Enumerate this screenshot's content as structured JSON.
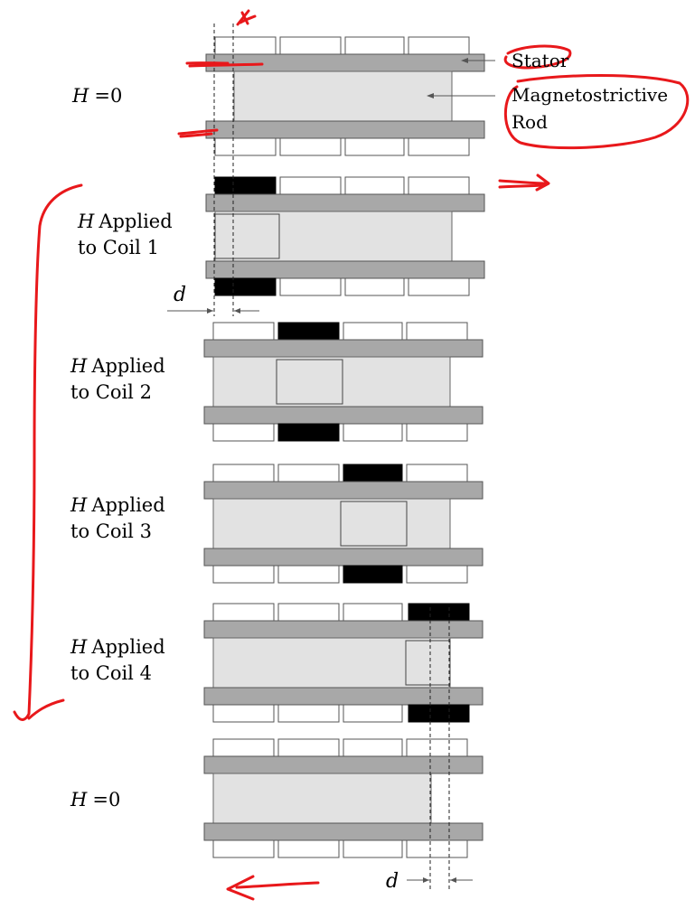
{
  "stages": [
    {
      "h_symbol": "H",
      "h_eq": "=",
      "h_value": "0"
    },
    {
      "h_symbol": "H",
      "line1": "Applied",
      "line2": "to Coil 1"
    },
    {
      "h_symbol": "H",
      "line1": "Applied",
      "line2": "to Coil 2"
    },
    {
      "h_symbol": "H",
      "line1": "Applied",
      "line2": "to Coil 3"
    },
    {
      "h_symbol": "H",
      "line1": "Applied",
      "line2": "to Coil 4"
    },
    {
      "h_symbol": "H",
      "h_eq": "=",
      "h_value": "0"
    }
  ],
  "labels": {
    "stator": "Stator",
    "rod_line1": "Magnetostrictive",
    "rod_line2": "Rod"
  },
  "dimension": {
    "symbol": "d"
  },
  "colors": {
    "stator": "#a8a8a8",
    "rod": "#e2e2e2",
    "coil_active": "#000000",
    "coil_idle": "#ffffff",
    "annotation": "#e8181b"
  }
}
